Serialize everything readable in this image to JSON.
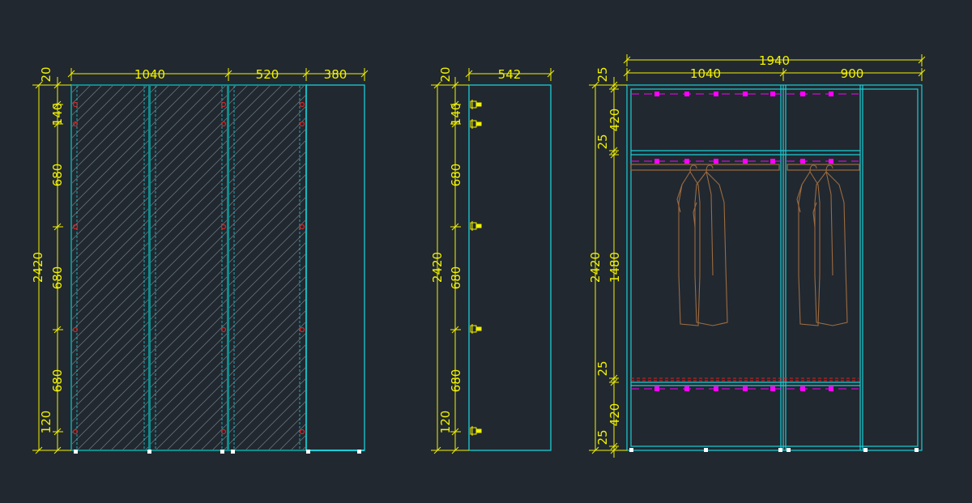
{
  "colors": {
    "background": "#212830",
    "dimension": "#f2f200",
    "outline": "#19cfd6",
    "panel_edge": "#0f8c8c",
    "hatch": "#8a9aa0",
    "hinge": "#e02020",
    "shelf_marker": "#ff00ff",
    "clothes": "#9c6b40",
    "foot": "#ffffff"
  },
  "front_elevation": {
    "top_dims": [
      "1040",
      "520",
      "380"
    ],
    "top_small": "20",
    "left_segments": [
      "140",
      "680",
      "680",
      "680",
      "120"
    ],
    "overall_height": "2420"
  },
  "side_elevation": {
    "top_dim": "542",
    "top_small": "20",
    "left_segments": [
      "140",
      "680",
      "680",
      "680",
      "120"
    ],
    "overall_height": "2420"
  },
  "interior_elevation": {
    "overall_width": "1940",
    "top_dims": [
      "1040",
      "900"
    ],
    "left_segments": [
      "25",
      "420",
      "25",
      "1480",
      "25",
      "420",
      "25"
    ],
    "overall_height": "2420"
  }
}
